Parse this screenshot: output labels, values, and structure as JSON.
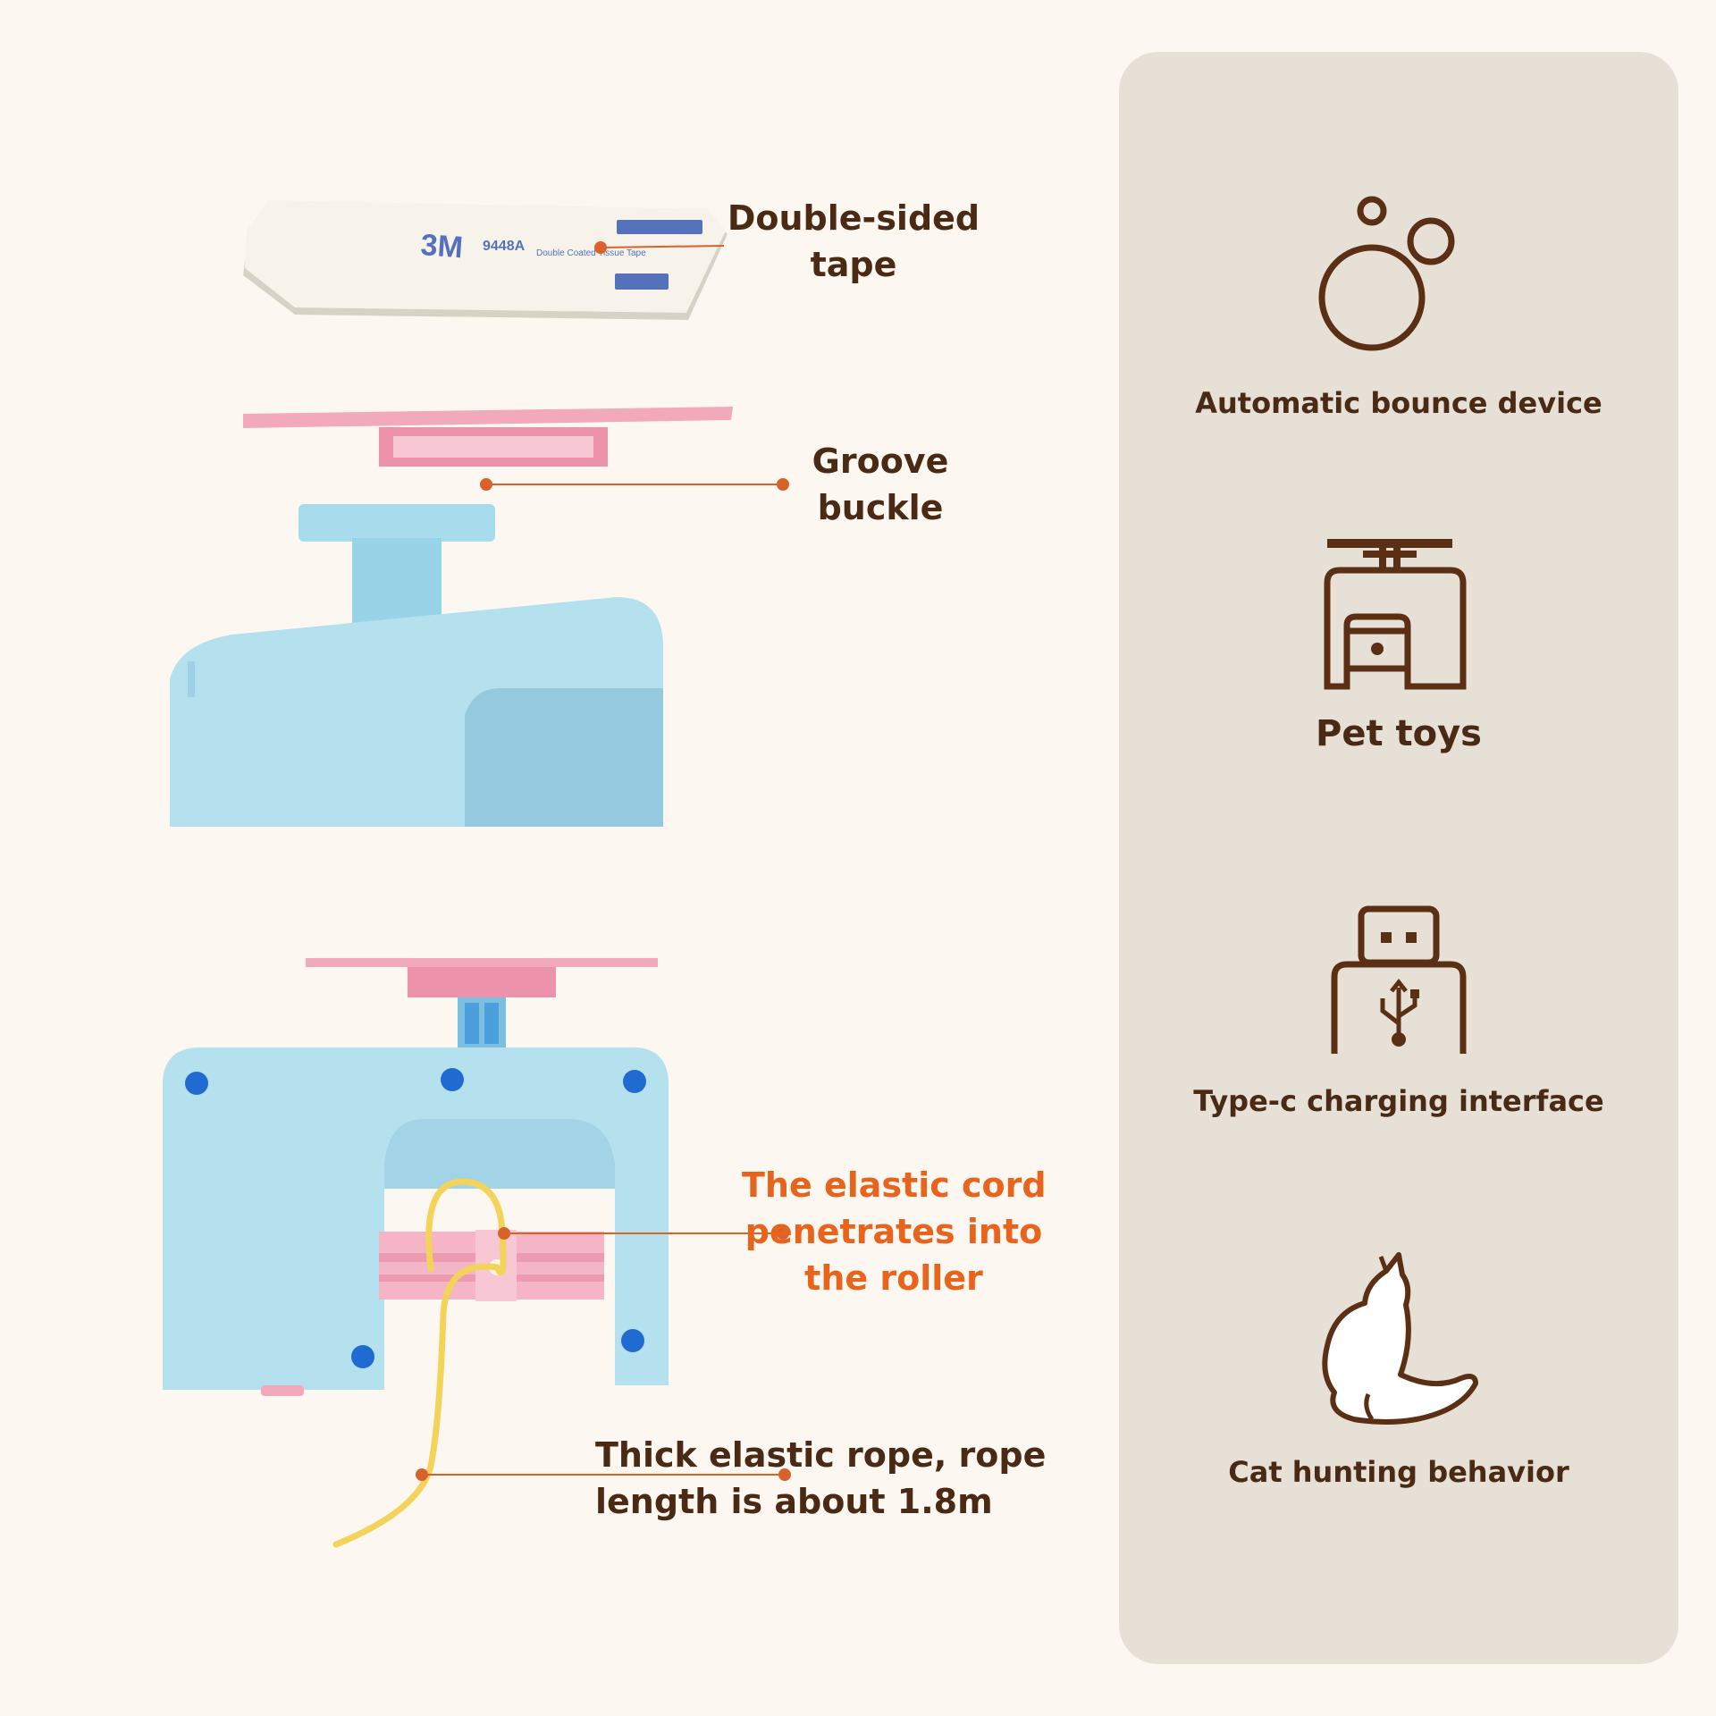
{
  "callouts": {
    "tape": [
      "Double-sided",
      "tape"
    ],
    "groove": [
      "Groove",
      "buckle"
    ],
    "cord": [
      "The elastic cord",
      "penetrates into",
      "the roller"
    ],
    "rope": [
      "Thick elastic rope, rope",
      "length is about 1.8m"
    ]
  },
  "tape_print": {
    "brand": "3M",
    "model": "9448A",
    "desc": "Double Coated Tissue Tape"
  },
  "features": [
    {
      "icon": "bubbles-icon",
      "label": "Automatic bounce device"
    },
    {
      "icon": "desk-icon",
      "label": "Pet toys"
    },
    {
      "icon": "usb-icon",
      "label": "Type-c charging interface"
    },
    {
      "icon": "cat-icon",
      "label": "Cat hunting behavior"
    }
  ],
  "colors": {
    "background": "#fcf8f1",
    "panel": "#e6e0d7",
    "text_dark": "#4a2a14",
    "accent_orange": "#e8641c",
    "device_blue": "#b5e1ef",
    "part_pink": "#f4b6c6",
    "cord_yellow": "#f3d35a"
  }
}
